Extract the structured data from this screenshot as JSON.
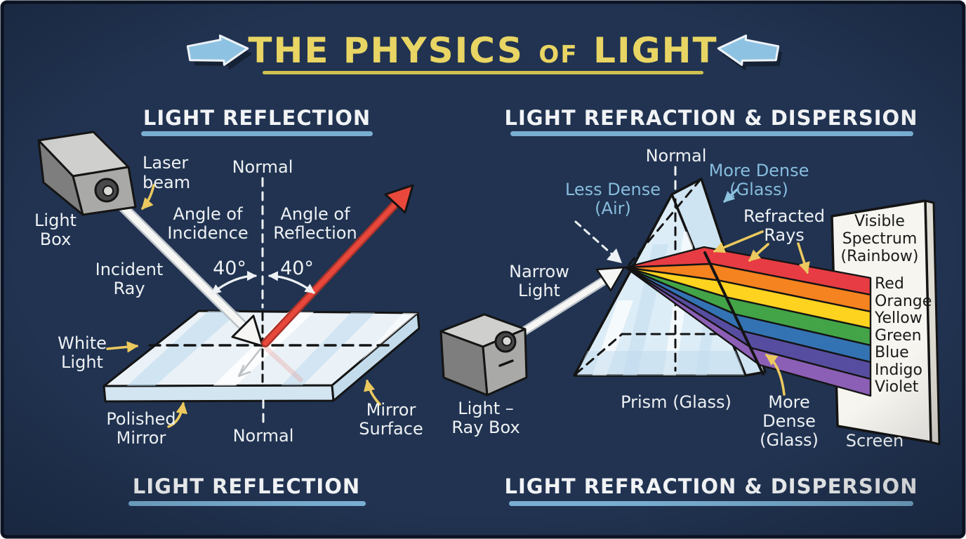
{
  "palette": {
    "background": "#213351",
    "card_border": "#0c1424",
    "title_yellow": "#e9d563",
    "title_underline": "#cfc050",
    "header_text": "#f1f3f5",
    "header_underline": "#79aed2",
    "label_white": "#eef1f3",
    "label_blue": "#87bcdd",
    "annotation_arrow_yellow": "#ecc95e",
    "beam_white": "#f6f7f5",
    "reflected_ray_red": "#e8483c",
    "mirror_fill": "#eaf2f8",
    "prism_fill": "#ddedf7",
    "screen_fill": "#f6f5f0",
    "ink": "#141414"
  },
  "title": {
    "part1": "THE PHYSICS",
    "part2": "OF",
    "part3": "LIGHT"
  },
  "reflection": {
    "header": "LIGHT REFLECTION",
    "footer": "LIGHT REFLECTION",
    "labels": {
      "laser_beam": [
        "Laser",
        "beam"
      ],
      "light_box": [
        "Light",
        "Box"
      ],
      "normal_top": "Normal",
      "angle_of_incidence": [
        "Angle of",
        "Incidence"
      ],
      "incidence_value": "40°",
      "angle_of_reflection": [
        "Angle of",
        "Reflection"
      ],
      "reflection_value": "40°",
      "incident_ray": [
        "Incident",
        "Ray"
      ],
      "white_light": [
        "White",
        "Light"
      ],
      "polished_mirror": [
        "Polished",
        "Mirror"
      ],
      "mirror_surface": [
        "Mirror",
        "Surface"
      ],
      "normal_bottom": "Normal"
    }
  },
  "refraction": {
    "header": "LIGHT REFRACTION & DISPERSION",
    "footer": "LIGHT REFRACTION & DISPERSION",
    "labels": {
      "normal": "Normal",
      "less_dense": [
        "Less Dense",
        "(Air)"
      ],
      "more_dense_top": [
        "More Dense",
        "(Glass)"
      ],
      "refracted_rays": [
        "Refracted",
        "Rays"
      ],
      "narrow_light": [
        "Narrow",
        "Light"
      ],
      "light_ray_box": [
        "Light –",
        "Ray Box"
      ],
      "prism": "Prism (Glass)",
      "more_dense_bottom": [
        "More",
        "Dense",
        "(Glass)"
      ],
      "screen": "Screen"
    },
    "spectrum": {
      "title": [
        "Visible",
        "Spectrum",
        "(Rainbow)"
      ],
      "colors": [
        {
          "name": "Red",
          "hex": "#e73c44"
        },
        {
          "name": "Orange",
          "hex": "#f5831f"
        },
        {
          "name": "Yellow",
          "hex": "#fdd31f"
        },
        {
          "name": "Green",
          "hex": "#43a447"
        },
        {
          "name": "Blue",
          "hex": "#3373b4"
        },
        {
          "name": "Indigo",
          "hex": "#574da0"
        },
        {
          "name": "Violet",
          "hex": "#8c5fb6"
        }
      ]
    }
  }
}
